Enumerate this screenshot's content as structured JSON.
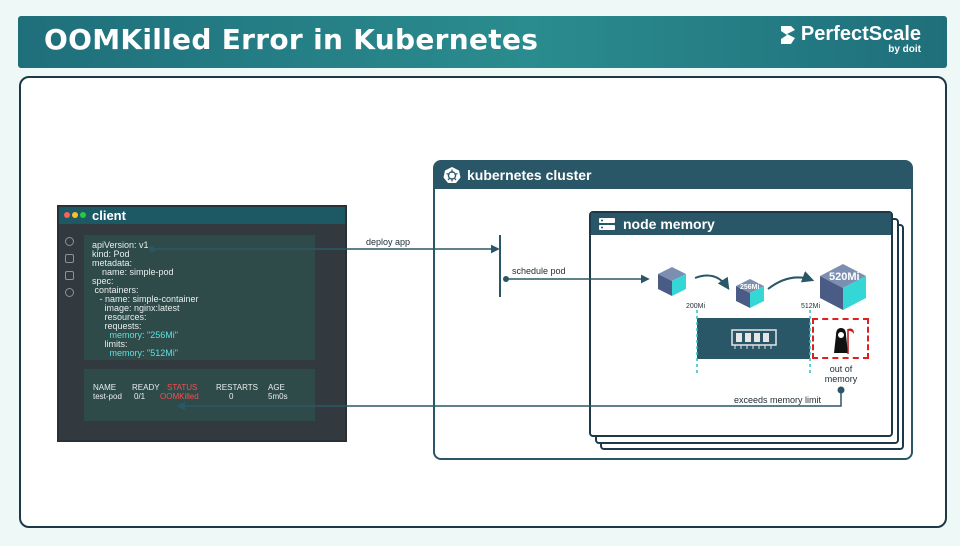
{
  "banner": {
    "title": "OOMKilled Error in Kubernetes",
    "brand_name": "PerfectScale",
    "brand_sub": "by doit"
  },
  "client": {
    "title": "client",
    "yaml_lines": [
      {
        "text": "apiVersion: v1",
        "highlight": false
      },
      {
        "text": "kind: Pod",
        "highlight": false
      },
      {
        "text": "metadata:",
        "highlight": false
      },
      {
        "text": "    name: simple-pod",
        "highlight": false
      },
      {
        "text": "spec:",
        "highlight": false
      },
      {
        "text": " containers:",
        "highlight": false
      },
      {
        "text": "   - name: simple-container",
        "highlight": false
      },
      {
        "text": "     image: nginx:latest",
        "highlight": false
      },
      {
        "text": "     resources:",
        "highlight": false
      },
      {
        "text": "     requests:",
        "highlight": false
      },
      {
        "text": "       memory: \"256Mi\"",
        "highlight": true
      },
      {
        "text": "     limits:",
        "highlight": false
      },
      {
        "text": "       memory: \"512Mi\"",
        "highlight": true
      }
    ],
    "status": {
      "headers": [
        "NAME",
        "READY",
        "STATUS",
        "RESTARTS",
        "AGE"
      ],
      "values": [
        "test-pod",
        "0/1",
        "OOMKilled",
        "0",
        "5m0s"
      ]
    }
  },
  "arrows": {
    "deploy": "deploy app",
    "schedule": "schedule pod",
    "exceeds": "exceeds memory limit"
  },
  "cluster": {
    "title": "kubernetes cluster",
    "node": {
      "title": "node memory",
      "cube_small": "256Mi",
      "cube_large": "520Mi",
      "mark_left": "200Mi",
      "mark_right": "512Mi",
      "oom_line1": "out of",
      "oom_line2": "memory"
    }
  },
  "colors": {
    "teal_dark": "#2a5767",
    "accent": "#5ee0e0",
    "error": "#e02020"
  },
  "icons": [
    "perfectscale-logo-icon",
    "kubernetes-icon",
    "server-icon",
    "memory-chip-icon",
    "grim-reaper-icon"
  ]
}
